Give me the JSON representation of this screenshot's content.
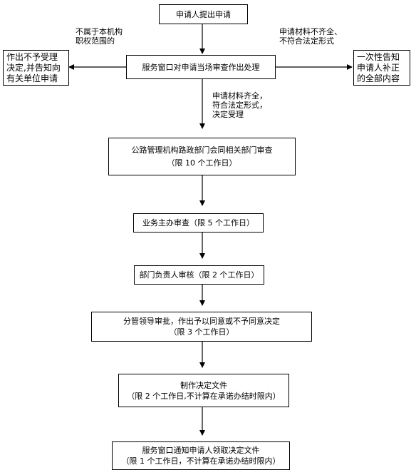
{
  "nodes": {
    "start": "申请人提出申请",
    "window": "服务窗口对申请当场审查作出处理",
    "reject": [
      "作出不予受理",
      "决定,并告知向",
      "有关单位申请"
    ],
    "notify": [
      "一次性告知",
      "申请人补正",
      "的全部内容"
    ],
    "review": [
      "公路管理机构路政部门会同相关部门审查",
      "（限 10 个工作日）"
    ],
    "examine": "业务主办审查（限 5 个工作日）",
    "audit": "部门负责人审核（限 2 个工作日）",
    "approve": [
      "分管领导审批，作出予以同意或不予同意决定",
      "（限 3 个工作日）"
    ],
    "produce": [
      "制作决定文件",
      "（限 2 个工作日,不计算在承诺办结时限内）"
    ],
    "deliver": [
      "服务窗口通知申请人领取决定文件",
      "（限 1 个工作日，不计算在承诺办结时限内）"
    ]
  },
  "labels": {
    "not_in_scope": [
      "不属于本机构",
      "职权范围的"
    ],
    "incomplete": [
      "申请材料不齐全、",
      "不符合法定形式"
    ],
    "accepted": [
      "申请材料齐全，",
      "符合法定形式，",
      "决定受理"
    ]
  }
}
